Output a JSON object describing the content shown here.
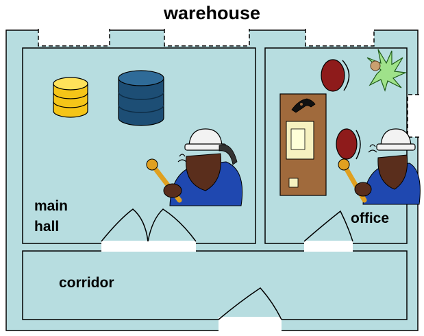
{
  "title": "warehouse",
  "rooms": {
    "main_hall": {
      "label": "main\nhall"
    },
    "office": {
      "label": "office"
    },
    "corridor": {
      "label": "corridor"
    }
  },
  "colors": {
    "floor": "#b7dde0",
    "wall": "#000000",
    "opening": "#ffffff",
    "db_small": "#f5c518",
    "db_large": "#1d4e75",
    "desk": "#a06a3c",
    "chair": "#8e1b1b",
    "plant": "#9fe28a",
    "worker_helmet": "#f2f2f2",
    "worker_shirt": "#1f48b0",
    "worker_skin": "#5a2e1c",
    "wrench": "#e0a020"
  },
  "icons": [
    "database-icon",
    "database-icon",
    "worker-icon",
    "worker-icon",
    "desk-icon",
    "chair-icon",
    "chair-icon",
    "plant-icon",
    "telephone-icon"
  ]
}
